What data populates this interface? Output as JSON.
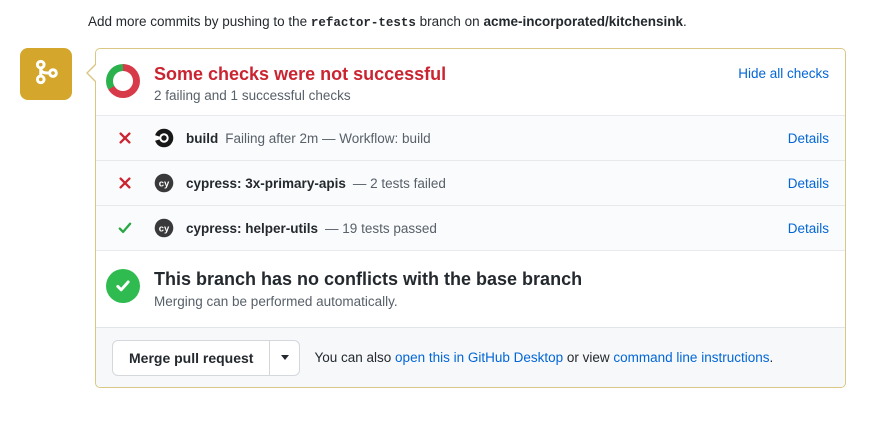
{
  "push_notice": {
    "prefix": "Add more commits by pushing to the ",
    "branch": "refactor-tests",
    "middle": " branch on ",
    "repo": "acme-incorporated/kitchensink",
    "suffix": "."
  },
  "merge_box": {
    "checks_header": {
      "title": "Some checks were not successful",
      "summary": "2 failing and 1 successful checks",
      "hide_link_label": "Hide all checks"
    },
    "checks": [
      {
        "status": "failing",
        "app": "circleci",
        "name": "build",
        "description": "Failing after 2m — Workflow: build",
        "details_label": "Details"
      },
      {
        "status": "failing",
        "app": "cypress",
        "name": "cypress: 3x-primary-apis",
        "description": "— 2 tests failed",
        "details_label": "Details"
      },
      {
        "status": "successful",
        "app": "cypress",
        "name": "cypress: helper-utils",
        "description": "— 19 tests passed",
        "details_label": "Details"
      }
    ],
    "mergeability": {
      "title": "This branch has no conflicts with the base branch",
      "subtitle": "Merging can be performed automatically."
    },
    "merge_actions": {
      "merge_button_label": "Merge pull request",
      "alt_prefix": "You can also ",
      "desktop_link_label": "open this in GitHub Desktop",
      "alt_middle": " or view ",
      "cli_link_label": "command line instructions",
      "alt_suffix": "."
    }
  },
  "icons": {
    "cypress_monogram": "cy"
  },
  "colors": {
    "accent_gold": "#d4a72c",
    "box_border": "#dbc785",
    "failure_red": "#cb2431",
    "success_green": "#28a745",
    "link_blue": "#0366d6",
    "row_background": "#fafbfc",
    "merge_bar_background": "#f6f8fa"
  }
}
